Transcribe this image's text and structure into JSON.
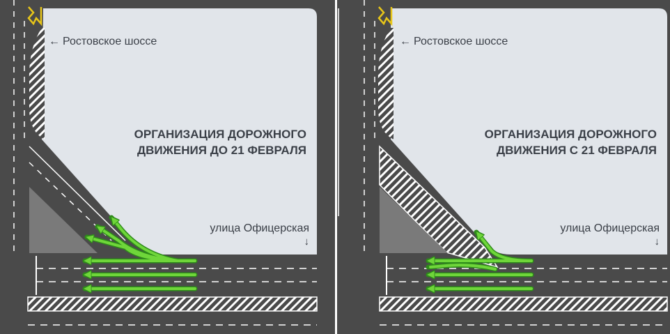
{
  "panels": [
    {
      "street_north": "Ростовское шоссе",
      "street_north_arrow": "←",
      "title_line1": "ОРГАНИЗАЦИЯ ДОРОЖНОГО",
      "title_line2": "ДВИЖЕНИЯ ДО 21 ФЕВРАЛЯ",
      "street_east": "улица Офицерская",
      "street_east_arrow": "↓"
    },
    {
      "street_north": "Ростовское шоссе",
      "street_north_arrow": "←",
      "title_line1": "ОРГАНИЗАЦИЯ ДОРОЖНОГО",
      "title_line2": "ДВИЖЕНИЯ С 21 ФЕВРАЛЯ",
      "street_east": "улица Офицерская",
      "street_east_arrow": "↓"
    }
  ],
  "colors": {
    "road": "#4a4a4a",
    "block": "#e1e5ea",
    "island": "#7a7a7a",
    "marking": "#ffffff",
    "arrow": "#6fd63a",
    "arrow_outline": "#2e8b1a",
    "center_line": "#e8c619"
  }
}
